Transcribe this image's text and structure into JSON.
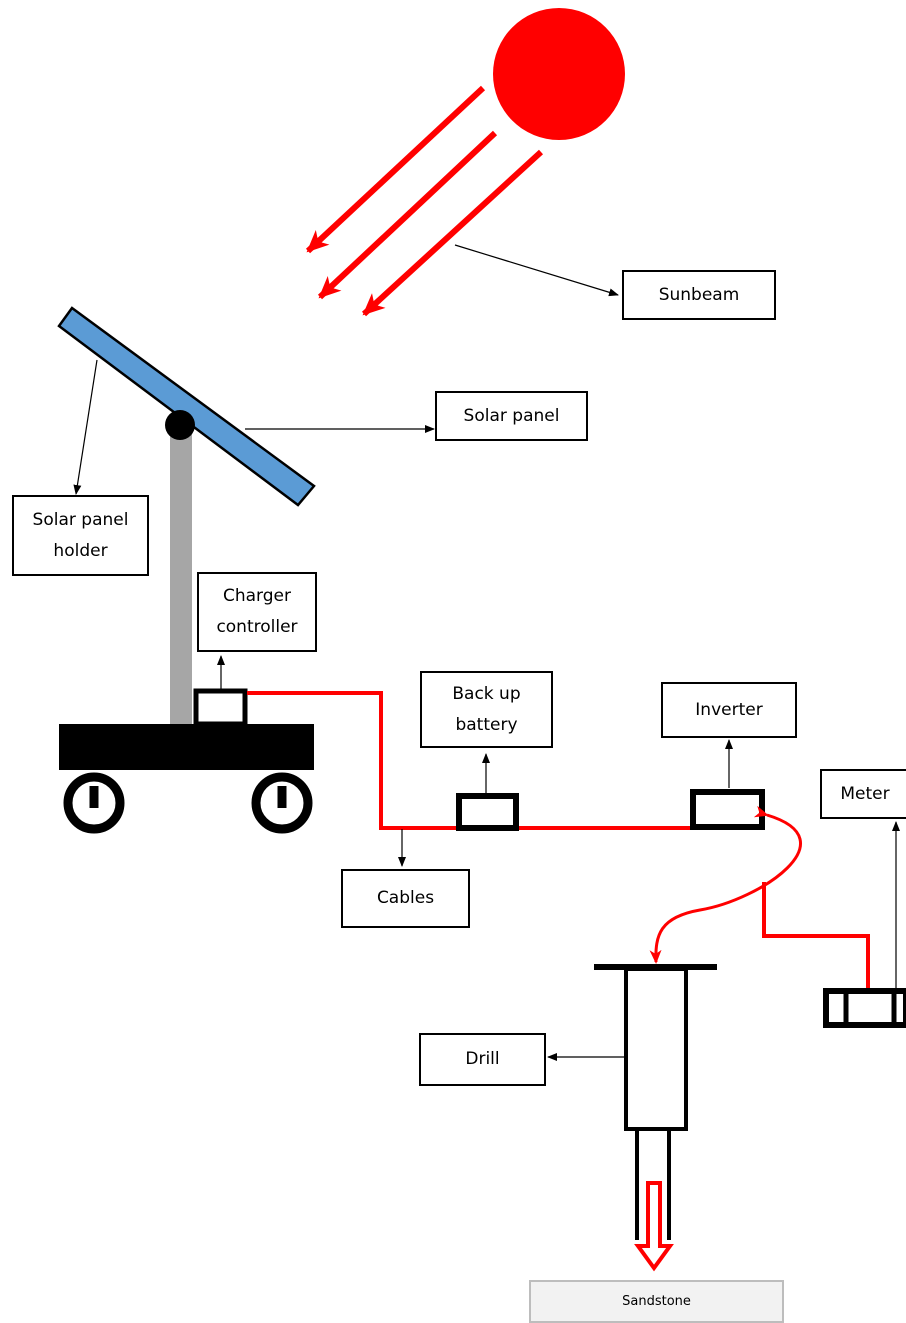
{
  "labels": {
    "sunbeam": "Sunbeam",
    "solar_panel": "Solar panel",
    "solar_panel_holder": "Solar panel\nholder",
    "charger_controller": "Charger\ncontroller",
    "backup_battery": "Back up\nbattery",
    "inverter": "Inverter",
    "meter": "Meter",
    "cables": "Cables",
    "drill": "Drill",
    "sandstone": "Sandstone"
  },
  "colors": {
    "sun": "#ff0000",
    "sunbeam": "#ff0000",
    "cable": "#ff0000",
    "panel": "#5b9bd5",
    "holder_pole": "#a6a6a6",
    "cart": "#000000",
    "sandstone_fill": "#f2f2f2"
  }
}
